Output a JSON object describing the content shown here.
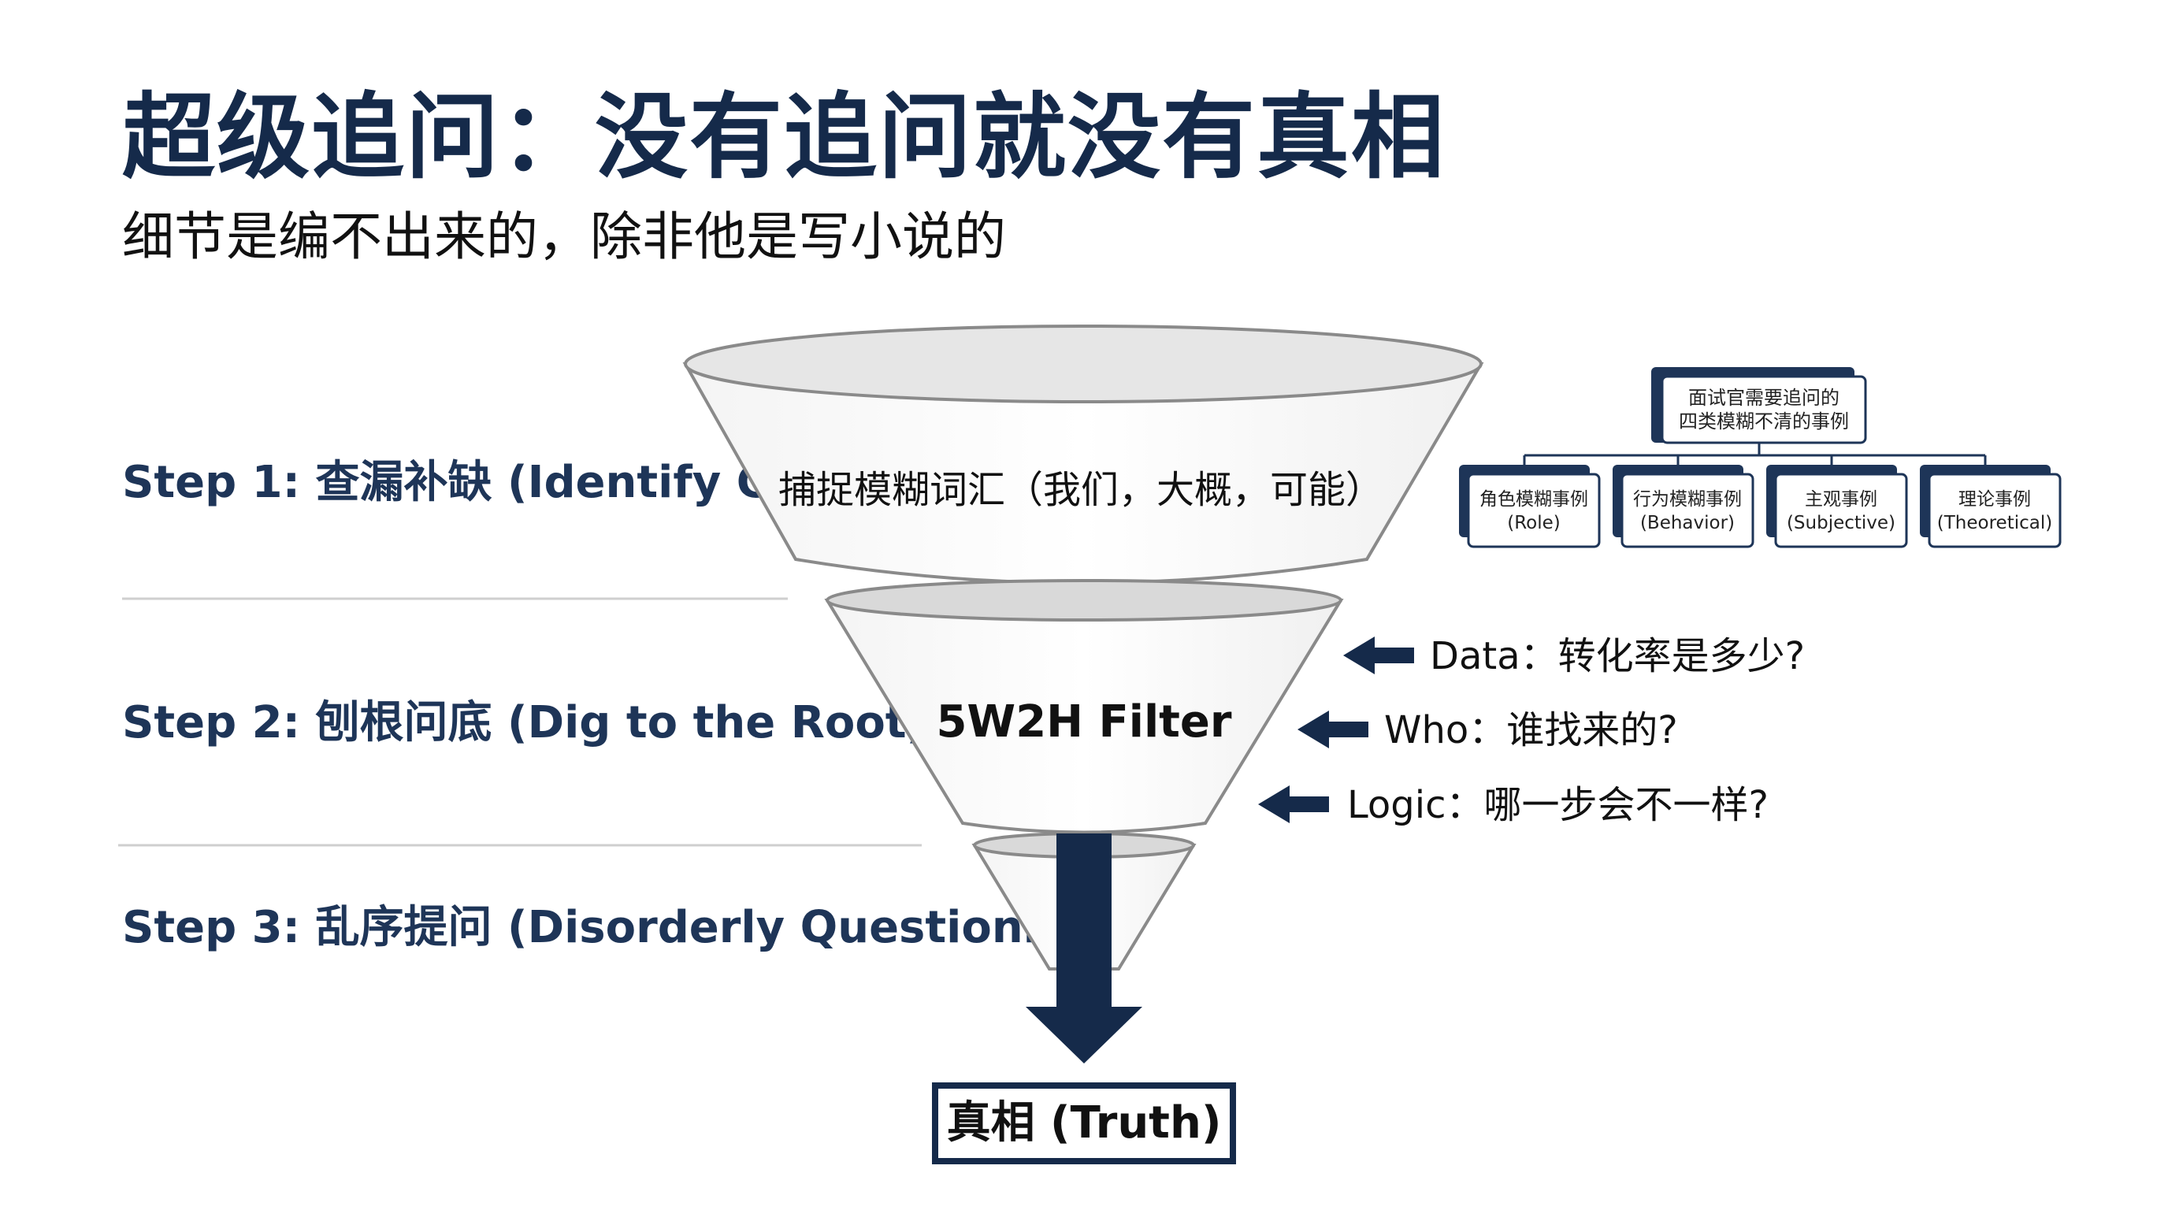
{
  "title": "超级追问：没有追问就没有真相",
  "subtitle": "细节是编不出来的，除非他是写小说的",
  "steps": [
    {
      "label": "Step 1: 查漏补缺 (Identify Gaps)"
    },
    {
      "label": "Step 2: 刨根问底  (Dig to the Root)"
    },
    {
      "label": "Step 3: 乱序提问  (Disorderly Questioning)"
    }
  ],
  "funnel": {
    "stage1_text": "捕捉模糊词汇（我们，大概，可能）",
    "stage2_text": "5W2H Filter",
    "output_label": "真相 (Truth)"
  },
  "questions": [
    {
      "text": "Data：转化率是多少?"
    },
    {
      "text": "Who：谁找来的?"
    },
    {
      "text": "Logic：哪一步会不一样?"
    }
  ],
  "tree": {
    "root_line1": "面试官需要追问的",
    "root_line2": "四类模糊不清的事例",
    "children": [
      {
        "line1": "角色模糊事例",
        "line2": "(Role)"
      },
      {
        "line1": "行为模糊事例",
        "line2": "(Behavior)"
      },
      {
        "line1": "主观事例",
        "line2": "(Subjective)"
      },
      {
        "line1": "理论事例",
        "line2": "(Theoretical)"
      }
    ]
  },
  "colors": {
    "navy": "#152a4a",
    "step_text": "#1e3558",
    "funnel_stroke": "#8a8a8a",
    "funnel_rim": "#e6e6e6"
  }
}
